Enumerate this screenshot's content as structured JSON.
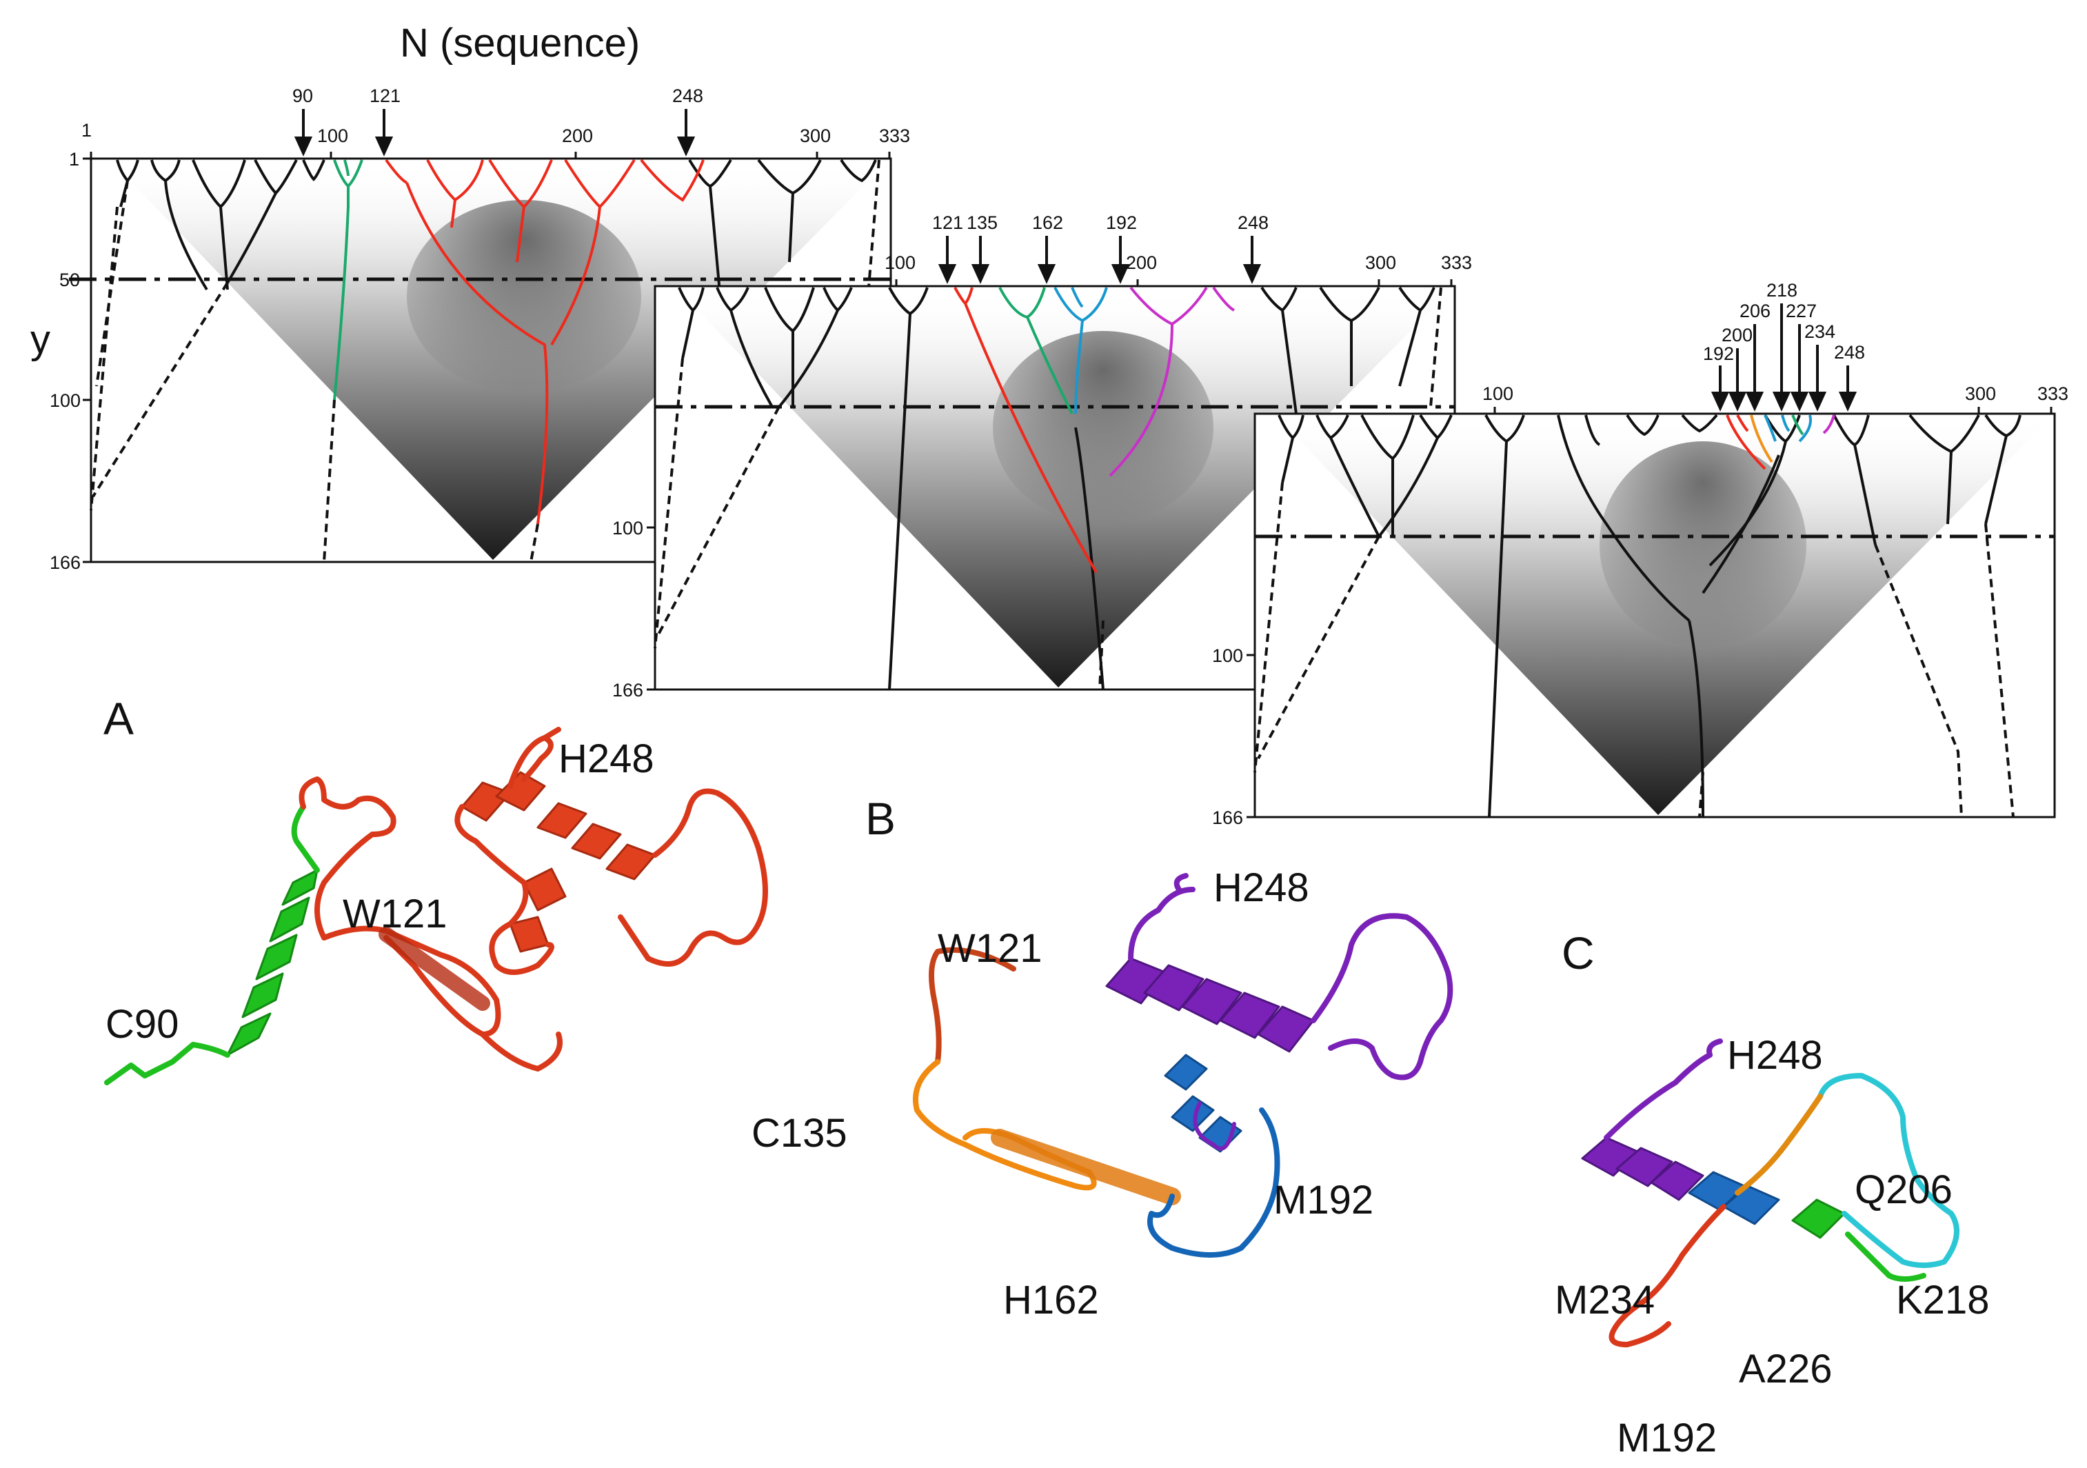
{
  "figure": {
    "x_axis_label": "N (sequence)",
    "y_axis_label": "y",
    "panel_labels": [
      "A",
      "B",
      "C"
    ],
    "colors": {
      "black": "#111111",
      "green": "#1aa86b",
      "red": "#ee2a1c",
      "blue": "#1998cf",
      "magenta": "#c930c9",
      "orange": "#f2921b",
      "purple": "#7a22b8",
      "navy": "#1565b7",
      "cyan": "#2cc7d4",
      "ribbon_green": "#1fbf1f"
    }
  },
  "panels": [
    {
      "id": "panel-1",
      "x_ticks": [
        "1",
        "100",
        "200",
        "300",
        "333"
      ],
      "y_ticks": [
        "1",
        "50",
        "100",
        "166"
      ],
      "arrows": [
        "90",
        "121",
        "248"
      ]
    },
    {
      "id": "panel-2",
      "x_ticks": [
        "100",
        "200",
        "300",
        "333"
      ],
      "y_ticks": [
        "100",
        "166"
      ],
      "arrows": [
        "121",
        "135",
        "162",
        "192",
        "248"
      ]
    },
    {
      "id": "panel-3",
      "x_ticks": [
        "100",
        "300",
        "333"
      ],
      "y_ticks": [
        "100",
        "166"
      ],
      "arrows": [
        "192",
        "200",
        "206",
        "218",
        "227",
        "234",
        "248"
      ]
    }
  ],
  "structures": [
    {
      "panel": "A",
      "residues": [
        "H248",
        "W121",
        "C90"
      ]
    },
    {
      "panel": "B",
      "residues": [
        "H248",
        "W121",
        "C135",
        "M192",
        "H162"
      ]
    },
    {
      "panel": "C",
      "residues": [
        "H248",
        "Q206",
        "M234",
        "K218",
        "A226",
        "M192"
      ]
    }
  ]
}
